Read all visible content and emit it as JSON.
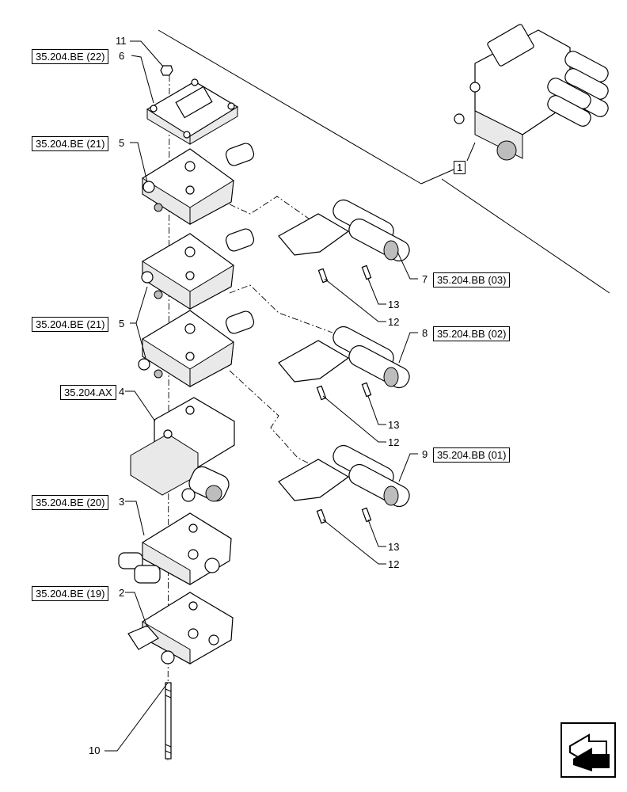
{
  "ref_boxes": [
    {
      "id": "ref-6",
      "text": "35.204.BE (22)"
    },
    {
      "id": "ref-5a",
      "text": "35.204.BE (21)"
    },
    {
      "id": "ref-5b",
      "text": "35.204.BE (21)"
    },
    {
      "id": "ref-4",
      "text": "35.204.AX"
    },
    {
      "id": "ref-3",
      "text": "35.204.BE (20)"
    },
    {
      "id": "ref-2",
      "text": "35.204.BE (19)"
    },
    {
      "id": "ref-7",
      "text": "35.204.BB (03)"
    },
    {
      "id": "ref-8",
      "text": "35.204.BB (02)"
    },
    {
      "id": "ref-9",
      "text": "35.204.BB (01)"
    }
  ],
  "callouts": {
    "c11": "11",
    "c6": "6",
    "c5a": "5",
    "c5b": "5",
    "c4": "4",
    "c3": "3",
    "c2": "2",
    "c10": "10",
    "c7": "7",
    "c8": "8",
    "c9": "9",
    "c13a": "13",
    "c12a": "12",
    "c13b": "13",
    "c12b": "12",
    "c13c": "13",
    "c12c": "12",
    "c1": "1"
  },
  "nav_icon": "next-page-arrow-icon"
}
